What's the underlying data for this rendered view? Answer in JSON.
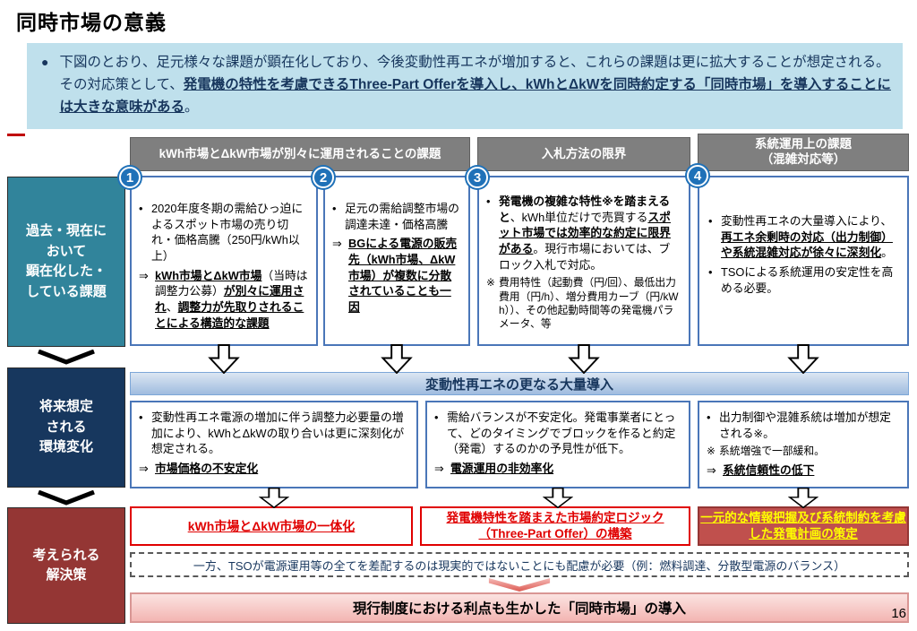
{
  "page": {
    "title": "同時市場の意義",
    "page_number": "16"
  },
  "glyphs": {
    "intro_bullet": "●",
    "bullet": "•",
    "arrow": "⇒",
    "note": "※"
  },
  "colors": {
    "intro_bg": "#bfe0ec",
    "header_gray": "#7f7f7f",
    "label_teal": "#31849b",
    "label_navy": "#17375e",
    "label_dark_red": "#943634",
    "box_border_blue": "#4a76b8",
    "solution_red": "#e00000",
    "solution3_bg": "#c0504d",
    "solution3_text": "#ffff00",
    "band_blue": "#9fbcdf",
    "final_pink": "#f3b5b2"
  },
  "intro": {
    "plain1": "下図のとおり、足元様々な課題が顕在化しており、今後変動性再エネが増加すると、これらの課題は更に拡大することが想定される。その対応策として、",
    "bold1": "発電機の特性を考慮できるThree-Part Offerを導入し、kWhとΔkWを同時約定する「同時市場」を導入することには大きな意味がある",
    "plain2": "。"
  },
  "headers": {
    "h1": "kWh市場とΔkW市場が別々に運用されることの課題",
    "h2": "入札方法の限界",
    "h3": "系統運用上の課題\n（混雑対応等）"
  },
  "row_labels": {
    "past": "過去・現在に\nおいて\n顕在化した・\nしている課題",
    "future": "将来想定\nされる\n環境変化",
    "solution": "考えられる\n解決策"
  },
  "challenges": {
    "c1": {
      "num": "1",
      "p1": "2020年度冬期の需給ひっ迫によるスポット市場の売り切れ・価格高騰（250円/kWh以上）",
      "b1": "kWh市場とΔkW市場",
      "p2": "（当時は調整力公募）",
      "b2": "が別々に運用され",
      "p3": "、",
      "b3": "調整力が先取りされることによる構造的な課題"
    },
    "c2": {
      "num": "2",
      "p1": "足元の需給調整市場の調達未達・価格高騰",
      "b1": "BGによる電源の販売先（kWh市場、ΔkW市場）が複数に分散されていることも一因"
    },
    "c3": {
      "num": "3",
      "b1": "発電機の複雑な特性※を踏まえると",
      "p1": "、kWh単位だけで売買する",
      "b2": "スポット市場では効率的な約定に限界がある",
      "p2": "。現行市場においては、ブロック入札で対応。",
      "note": "費用特性（起動費（円/回）、最低出力費用（円/h）、増分費用カーブ（円/kWh））、その他起動時間等の発電機パラメータ、等"
    },
    "c4": {
      "num": "4",
      "p1": "変動性再エネの大量導入により、",
      "b1": "再エネ余剰時の対応（出力制御）や系統混雑対応が徐々に深刻化",
      "p2": "。",
      "bullet2": "TSOによる系統運用の安定性を高める必要。"
    }
  },
  "band": {
    "label": "変動性再エネの更なる大量導入"
  },
  "impacts": {
    "i1": {
      "p1": "変動性再エネ電源の増加に伴う調整力必要量の増加により、kWhとΔkWの取り合いは更に深刻化が想定される。",
      "b1": "市場価格の不安定化"
    },
    "i2": {
      "p1": "需給バランスが不安定化。発電事業者にとって、どのタイミングでブロックを作ると約定（発電）するのかの予見性が低下。",
      "b1": "電源運用の非効率化"
    },
    "i3": {
      "p1": "出力制御や混雑系統は増加が想定される※。",
      "note": "系統増強で一部緩和。",
      "b1": "系統信頼性の低下"
    }
  },
  "solutions": {
    "s1": "kWh市場とΔkW市場の一体化",
    "s2": "発電機特性を踏まえた市場約定ロジック\n（Three-Part Offer）の構築",
    "s3": "一元的な情報把握及び系統制約を考慮した発電計画の策定",
    "note": "一方、TSOが電源運用等の全てを差配するのは現実的ではないことにも配慮が必要（例：燃料調達、分散型電源のバランス）",
    "final": "現行制度における利点も生かした「同時市場」の導入"
  }
}
